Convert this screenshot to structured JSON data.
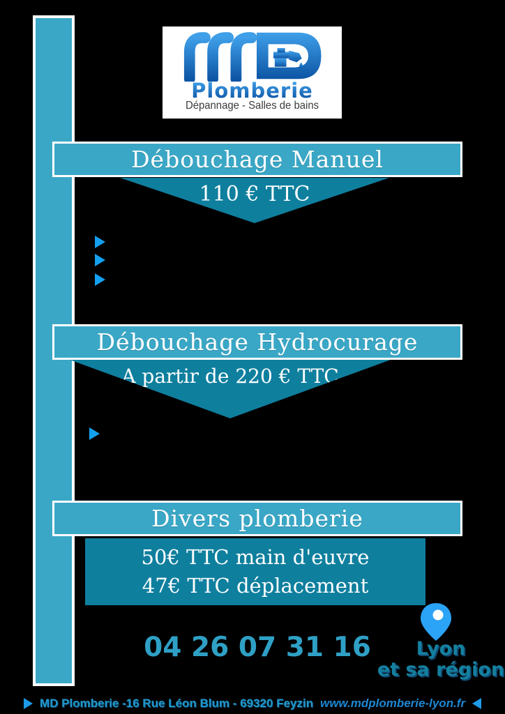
{
  "logo": {
    "monogram": "MD",
    "name": "Plomberie",
    "tagline": "Dépannage - Salles de bains"
  },
  "sections": [
    {
      "title": "Débouchage Manuel",
      "price": "110 € TTC"
    },
    {
      "title": "Débouchage Hydrocurage",
      "price": "A partir de 220 € TTC"
    },
    {
      "title": "Divers plomberie",
      "lines": [
        "50€ TTC main d'euvre",
        "47€ TTC déplacement"
      ]
    }
  ],
  "contact": {
    "phone": "04 26 07 31 16",
    "area_line1": "Lyon",
    "area_line2": "et sa région"
  },
  "footer": {
    "address": "MD Plomberie -16 Rue Léon Blum - 69320 Feyzin",
    "website": "www.mdplomberie-lyon.fr"
  },
  "colors": {
    "banner_teal": "#3AA7C6",
    "dark_teal": "#0F7F9E",
    "bullet_blue": "#14A0F0",
    "phone_teal": "#2FA0C5",
    "footer_blue": "#1E87D2",
    "pin_blue": "#2BA3F7",
    "logo_blue_dark": "#0D55A5",
    "logo_blue_light": "#3F9FE8"
  }
}
